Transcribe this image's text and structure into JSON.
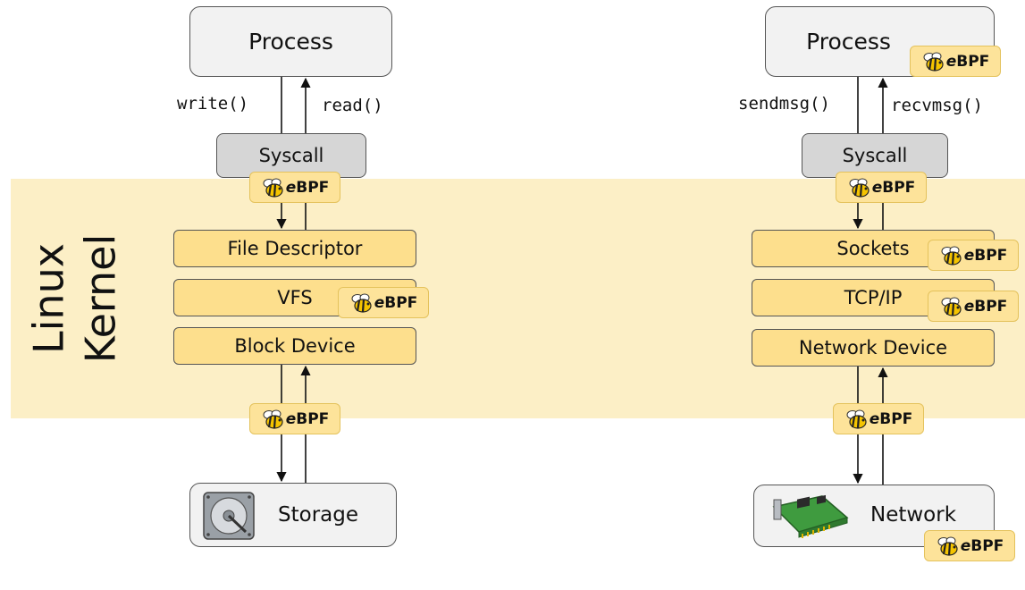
{
  "kernel": {
    "line1": "Linux",
    "line2": "Kernel"
  },
  "left": {
    "process": "Process",
    "call_down": "write()",
    "call_up": "read()",
    "syscall": "Syscall",
    "layers": [
      "File Descriptor",
      "VFS",
      "Block Device"
    ],
    "device": "Storage",
    "device_icon": "hard-disk-icon"
  },
  "right": {
    "process": "Process",
    "call_down": "sendmsg()",
    "call_up": "recvmsg()",
    "syscall": "Syscall",
    "layers": [
      "Sockets",
      "TCP/IP",
      "Network Device"
    ],
    "device": "Network",
    "device_icon": "network-card-icon"
  },
  "badge": {
    "prefix": "e",
    "suffix": "BPF",
    "icon": "bee-icon"
  },
  "colors": {
    "kernel_band": "#fcefc6",
    "layer_fill": "#fddf8d",
    "badge_fill": "#fde39a",
    "syscall_fill": "#d6d6d6",
    "box_fill": "#f2f2f2"
  }
}
